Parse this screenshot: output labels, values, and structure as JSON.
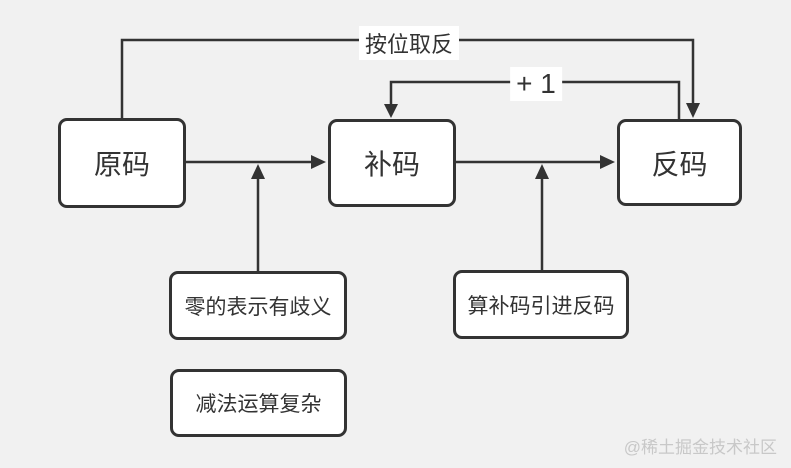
{
  "colors": {
    "background": "#f1f1f1",
    "node_fill": "#ffffff",
    "stroke": "#333333",
    "text": "#333333",
    "watermark": "#c8c8c8"
  },
  "nodes": [
    {
      "id": "yuanma",
      "label": "原码"
    },
    {
      "id": "buma",
      "label": "补码"
    },
    {
      "id": "fanma",
      "label": "反码"
    },
    {
      "id": "zero-ambiguous",
      "label": "零的表示有歧义"
    },
    {
      "id": "complement-introduces-inverse",
      "label": "算补码引进反码"
    },
    {
      "id": "subtraction-complex",
      "label": "减法运算复杂"
    }
  ],
  "edge_labels": {
    "bitwise_not": "按位取反",
    "plus_one": "+ 1"
  },
  "edges": [
    {
      "from": "原码",
      "to": "反码",
      "label": "按位取反",
      "route": "over-top"
    },
    {
      "from": "反码",
      "to": "补码",
      "label": "+ 1",
      "route": "over-top"
    },
    {
      "from": "原码",
      "to": "补码",
      "label": "",
      "route": "horizontal"
    },
    {
      "from": "补码",
      "to": "反码",
      "label": "",
      "route": "horizontal"
    },
    {
      "from": "零的表示有歧义",
      "to": "原码→补码 连线",
      "label": "",
      "route": "vertical-up"
    },
    {
      "from": "算补码引进反码",
      "to": "补码→反码 连线",
      "label": "",
      "route": "vertical-up"
    }
  ],
  "watermark": {
    "text": "@稀土掘金技术社区"
  }
}
